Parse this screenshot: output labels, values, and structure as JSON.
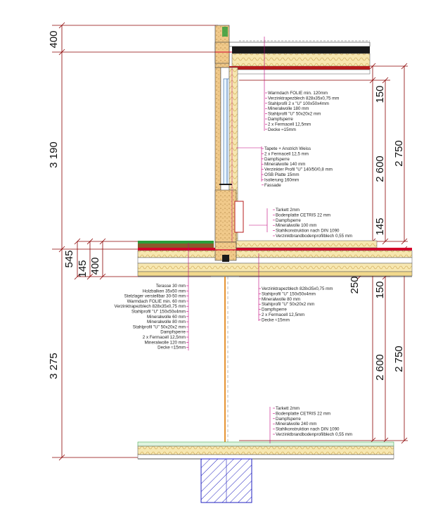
{
  "dimensions": {
    "left": {
      "top_parapet": "400",
      "upper_storey": "3 190",
      "floor_total": "545",
      "floor_a": "145",
      "floor_b": "400",
      "lower_storey": "3 275"
    },
    "right": {
      "roof_150": "150",
      "upper_2600": "2 600",
      "upper_2750": "2 750",
      "floor_145": "145",
      "floor_250": "250",
      "lower_150": "150",
      "lower_2600": "2 600",
      "lower_2750": "2 750"
    }
  },
  "notes": {
    "roof": [
      "Warmdach FOLIE min. 120mm",
      "Verzinktrapezblech 828x35x0,75 mm",
      "Stahlprofil 2 x \"U\" 100x50x4mm",
      "Mineralwolle 180 mm",
      "Stahlprofil \"U\" 50x20x2 mm",
      "Dampfsperre",
      "2 x Fermacell 12,5mm",
      "Decke ≈15mm"
    ],
    "wall": [
      "Tapete + Anstrich Weiss",
      "2 x Fermacell 12,5 mm",
      "Dampfsperre",
      "Mineralwolle 140 mm",
      "Verzinkter Profil \"U\" 140/50/0,8 mm",
      "OSB Platte 15mm",
      "Isolierung 160mm",
      "Fassade"
    ],
    "upper_floor": [
      "Tarkett 2mm",
      "Bodenplatte CETRIS 22 mm",
      "Dampfsperre",
      "Mineralwolle 100 mm",
      "Stahlkonstruktion nach DIN 1090",
      "Verzinktbrandbodenprofilblech 0,55 mm"
    ],
    "terrace": [
      "Terasse 30 mm",
      "Holzbalken 35x50 mm",
      "Stelzlager verstellbar 30-50 mm",
      "Warmdach FOLIE min. 60 mm",
      "Verzinktrapezblech 828x35x0,75 mm",
      "Stahlprofil \"U\" 150x50x4mm",
      "Mineralwolle 60 mm",
      "Mineralwolle 80 mm",
      "Stahlprofil \"U\" 50x20x2 mm",
      "Dampfsperre",
      "2 x Fermacell 12,5mm",
      "Mineralwolle 120 mm",
      "Decke ≈15mm"
    ],
    "ceiling": [
      "Verzinktrapezblech 828x35x0,75 mm",
      "Stahlprofil \"U\" 150x50x4mm",
      "Mineralwolle 80 mm",
      "Stahlprofil \"U\" 50x20x2 mm",
      "Dampfsperre",
      "2 x Fermacell 12,5mm",
      "Decke ≈15mm"
    ],
    "ground_floor": [
      "Tarkett 2mm",
      "Bodenplatte CETRIS 22 mm",
      "Dampfsperre",
      "Mineralwolle 240 mm",
      "Stahlkonstruktion nach DIN 1090",
      "Verzinktbrandbodenprofilblech 0,55 mm"
    ]
  },
  "colors": {
    "dimension": "#8b0000",
    "section": "#d4002a",
    "leader": "#c0007a",
    "insulation": "#f2d98c",
    "timber": "#8a5a2b",
    "green": "#2a9d3a",
    "hatch": "#2020c0"
  }
}
